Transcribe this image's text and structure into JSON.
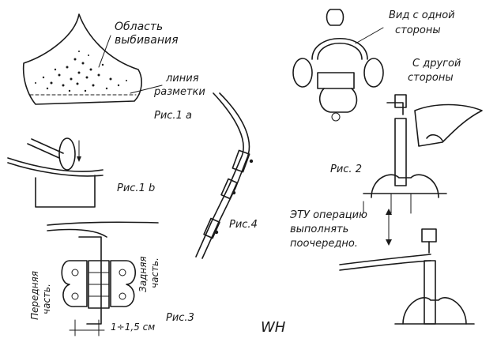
{
  "labels": {
    "area": "Область",
    "area2": "выбивания",
    "line": "линия",
    "line2": "разметки",
    "fig1a": "Рис.1 а",
    "fig1b": "Рис.1 b",
    "fig3": "Рис.3",
    "fig4": "Рис.4",
    "fig2": "Рис. 2",
    "view_one": "Вид с одной",
    "view_one2": "стороны",
    "other": "С другой",
    "other2": "стороны",
    "op1": "ЭТУ операцию",
    "op2": "выполнять",
    "op3": "поочередно.",
    "front1": "Передняя",
    "front2": "часть.",
    "back1": "Задняя",
    "back2": "часть.",
    "dim": "1÷1,5 см",
    "signature": "WH"
  },
  "colors": {
    "ink": "#1a1a1a",
    "paper": "#ffffff"
  }
}
